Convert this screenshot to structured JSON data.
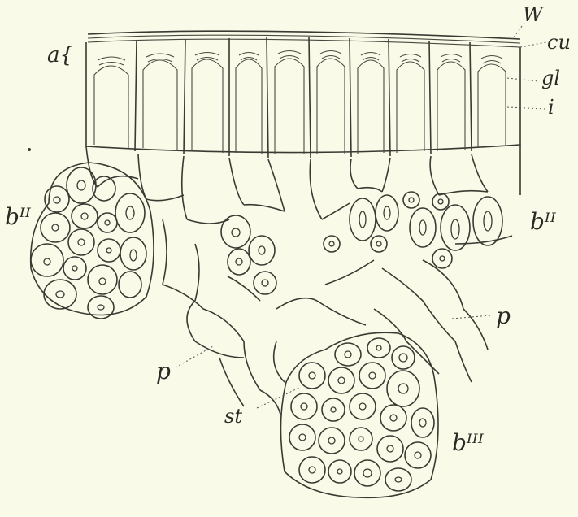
{
  "labels": {
    "W": "W",
    "cu": "cu",
    "gl": "gl",
    "i": "i",
    "a": "a{",
    "b_left": "bᴵᴵ",
    "b_right": "bᴵᴵ",
    "b_bottom": "bᴵᴵᴵ",
    "p_left": "p",
    "p_right": "p",
    "st": "st"
  }
}
